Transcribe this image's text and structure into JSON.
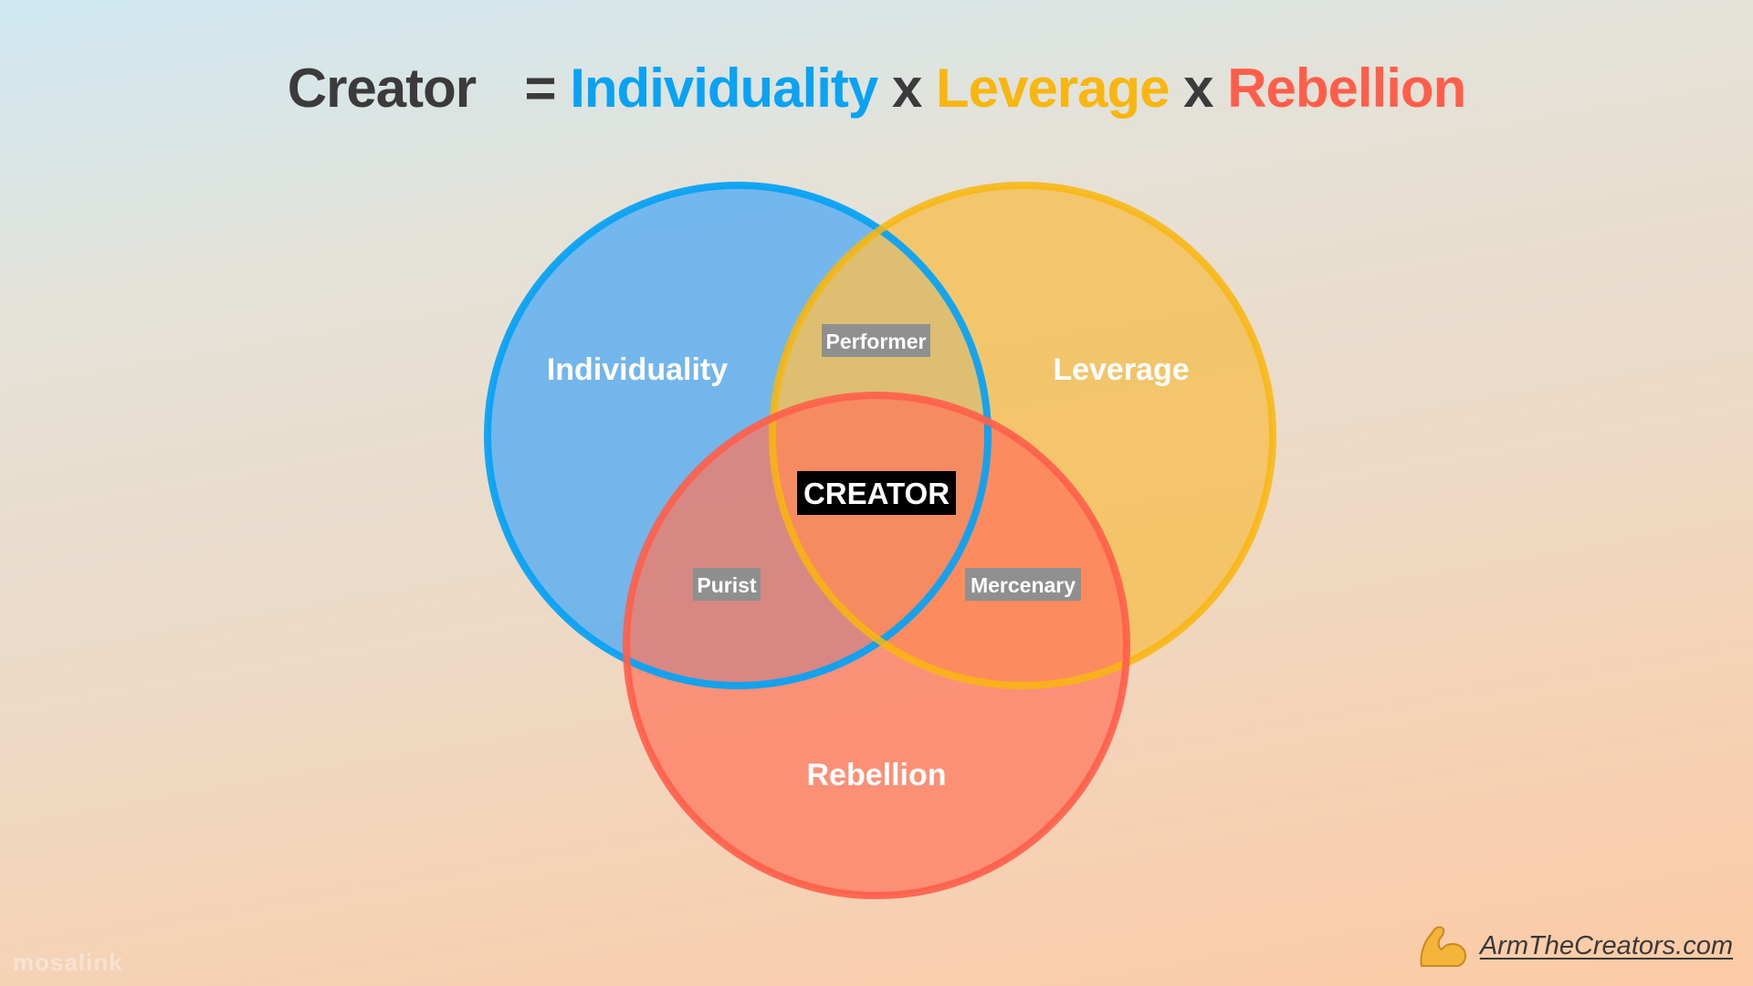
{
  "title": {
    "creator": "Creator",
    "equals": "=",
    "individuality": "Individuality",
    "x1": "x",
    "leverage": "Leverage",
    "x2": "x",
    "rebellion": "Rebellion"
  },
  "colors": {
    "individuality": "#0aa2f3",
    "leverage": "#f8b60e",
    "rebellion": "#ff5e4a",
    "dark": "#3b3b3b"
  },
  "circles": {
    "individuality": "Individuality",
    "leverage": "Leverage",
    "rebellion": "Rebellion"
  },
  "overlaps": {
    "performer": "Performer",
    "purist": "Purist",
    "mercenary": "Mercenary",
    "creator": "CREATOR"
  },
  "footer": {
    "icon": "flexed-biceps-icon",
    "link": "ArmTheCreators.com"
  },
  "watermark": "mosalink"
}
